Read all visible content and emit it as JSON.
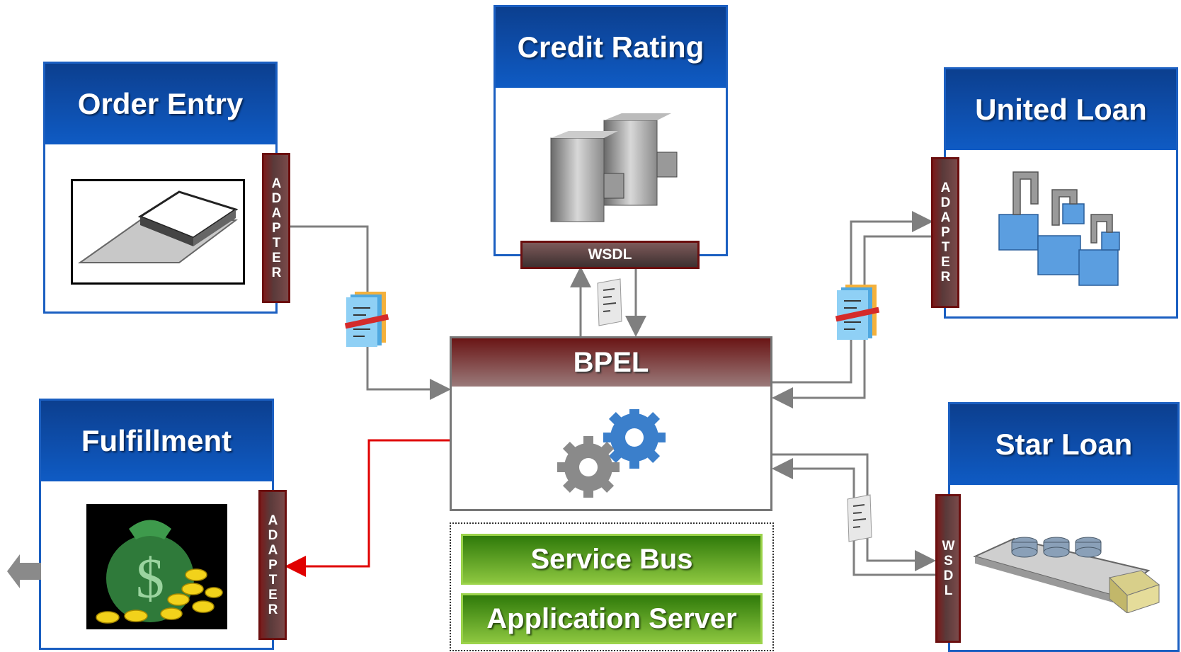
{
  "nodes": {
    "order_entry": {
      "title": "Order Entry",
      "connector": "ADAPTER"
    },
    "credit_rating": {
      "title": "Credit Rating",
      "connector": "WSDL"
    },
    "united_loan": {
      "title": "United Loan",
      "connector": "ADAPTER"
    },
    "fulfillment": {
      "title": "Fulfillment",
      "connector": "ADAPTER"
    },
    "star_loan": {
      "title": "Star Loan",
      "connector": "WSDL"
    }
  },
  "bpel": {
    "title": "BPEL"
  },
  "platform": {
    "service_bus": "Service Bus",
    "application_server": "Application Server"
  },
  "colors": {
    "node_border": "#1b5fc1",
    "header_blue": "#0f5bc4",
    "connector_maroon": "#6b0f0f",
    "wire_gray": "#7f7f7f",
    "wire_red": "#e00000",
    "green_bar": "#5fa12a"
  },
  "icons": [
    "document-stack-icon",
    "file-cabinet-server-icon",
    "cubes-network-icon",
    "money-bag-icon",
    "conveyor-belt-icon",
    "gears-icon",
    "message-document-icon",
    "left-arrow-icon"
  ]
}
